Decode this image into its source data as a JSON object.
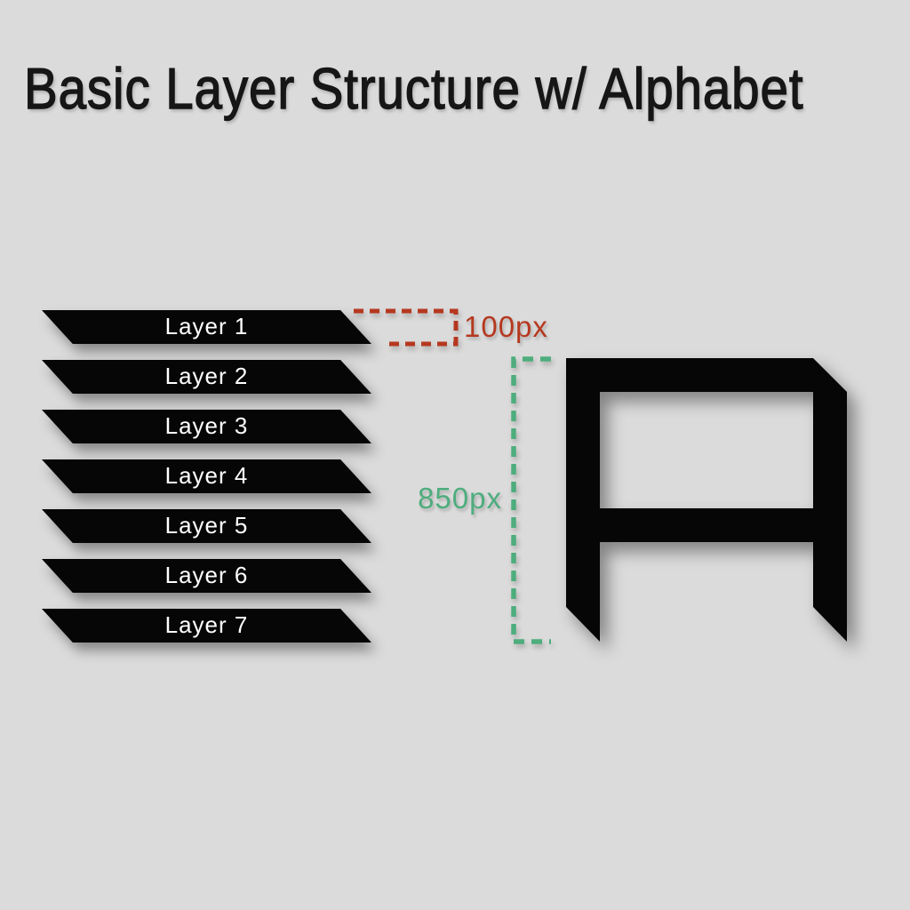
{
  "title": "Basic Layer Structure w/ Alphabet",
  "layers": [
    "Layer 1",
    "Layer 2",
    "Layer 3",
    "Layer 4",
    "Layer 5",
    "Layer 6",
    "Layer 7"
  ],
  "measurements": {
    "layer_height": {
      "value": "100px",
      "color": "#b5381f"
    },
    "total_height": {
      "value": "850px",
      "color": "#4ead7d"
    }
  },
  "alphabet": {
    "letter": "A"
  },
  "colors": {
    "background": "#dbdbdb",
    "shape": "#060606",
    "bar_label": "#ffffff",
    "title": "#161616"
  }
}
